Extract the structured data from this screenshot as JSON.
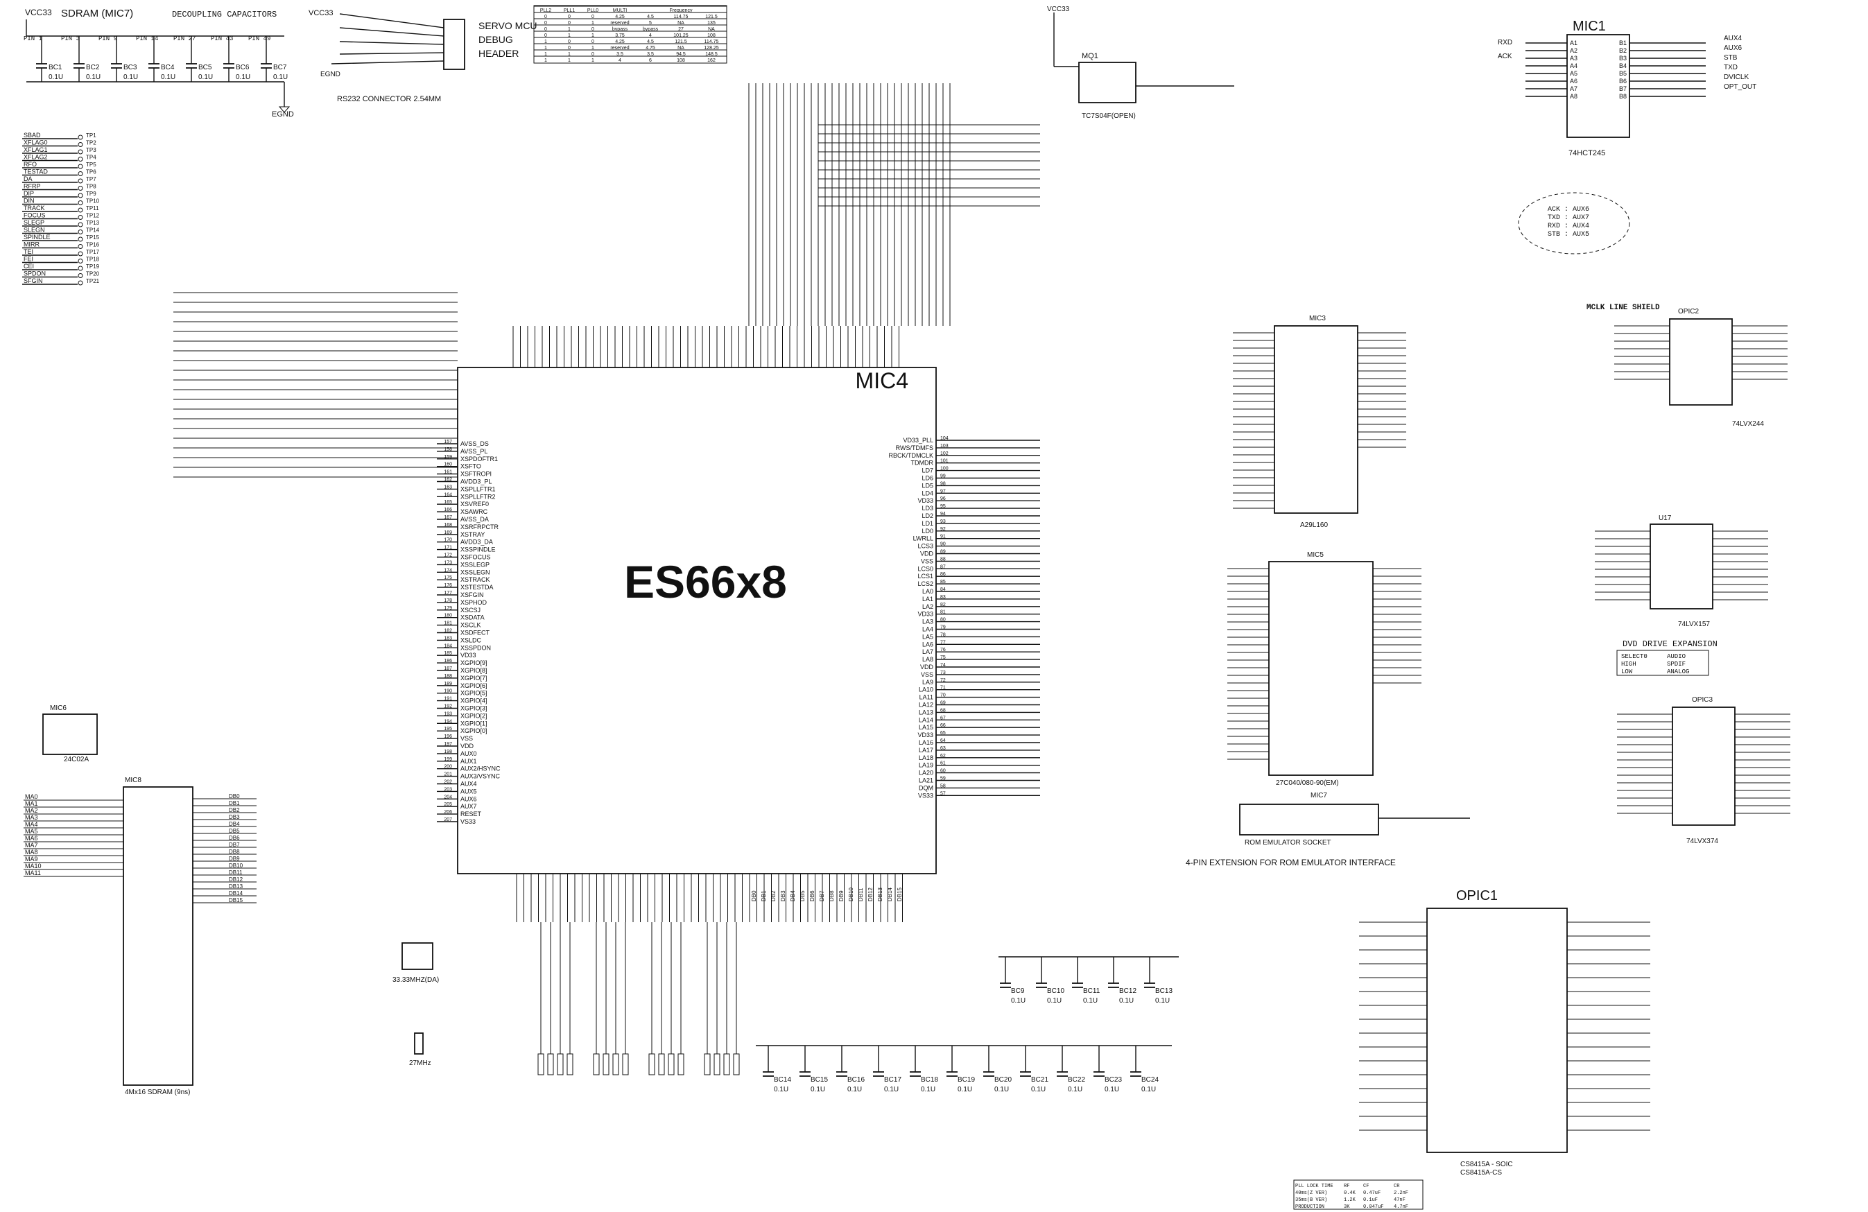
{
  "schematic": {
    "main_label": "ES66x8",
    "chip_label": "MIC4",
    "sdram_title": "SDRAM (MIC7)",
    "decoupling_title": "DECOUPLING CAPACITORS",
    "sdram_pins": [
      "PIN 1",
      "PIN 3",
      "PIN 9",
      "PIN 14",
      "PIN 27",
      "PIN 43",
      "PIN 49"
    ],
    "sdram_caps": [
      "BC1",
      "BC2",
      "BC3",
      "BC4",
      "BC5",
      "BC6",
      "BC7"
    ],
    "cap_value": "0.1U",
    "gnd_label": "EGND",
    "vcc_label": "VCC33",
    "servo_header": [
      "SERVO MCU",
      "DEBUG",
      "HEADER"
    ],
    "rs232_label": "RS232 CONNECTOR 2.54MM",
    "pll_table": {
      "headers": [
        "PLL2",
        "PLL1",
        "PLL0",
        "MULTI",
        "",
        "Frequency",
        ""
      ],
      "rows": [
        [
          "0",
          "0",
          "0",
          "4.25",
          "4.5",
          "114.75",
          "121.5"
        ],
        [
          "0",
          "0",
          "1",
          "reserved",
          "5",
          "NA",
          "135"
        ],
        [
          "0",
          "1",
          "0",
          "bypass",
          "bypass",
          "27",
          "NA"
        ],
        [
          "0",
          "1",
          "1",
          "3.75",
          "4",
          "101.25",
          "108"
        ],
        [
          "1",
          "0",
          "0",
          "4.25",
          "4.5",
          "121.5",
          "114.75"
        ],
        [
          "1",
          "0",
          "1",
          "reserved",
          "4.75",
          "NA",
          "128.25"
        ],
        [
          "1",
          "1",
          "0",
          "3.5",
          "3.5",
          "94.5",
          "148.5"
        ],
        [
          "1",
          "1",
          "1",
          "4",
          "6",
          "108",
          "162"
        ]
      ]
    },
    "mic1": {
      "name": "MIC1",
      "part": "74HCT245",
      "left_pins": [
        "A1",
        "A2",
        "A3",
        "A4",
        "A5",
        "A6",
        "A7",
        "A8"
      ],
      "right_pins": [
        "B1",
        "B2",
        "B3",
        "B4",
        "B5",
        "B6",
        "B7",
        "B8"
      ],
      "nets_in": [
        "RXD",
        "ACK"
      ],
      "nets_out": [
        "AUX4",
        "AUX6",
        "STB",
        "TXD",
        "DVICLK",
        "OPT_OUT"
      ]
    },
    "aux_legend": [
      "ACK : AUX6",
      "TXD : AUX7",
      "RXD : AUX4",
      "STB : AUX5"
    ],
    "mq1": {
      "name": "MQ1",
      "part": "TC7S04F(OPEN)"
    },
    "mic3": {
      "name": "MIC3",
      "part": "A29L160"
    },
    "mic5": {
      "name": "MIC5",
      "part": "27C040/080-90(EM)"
    },
    "mic7_socket": {
      "name": "MIC7",
      "part": "ROM EMULATOR SOCKET"
    },
    "rom_extension": "4-PIN EXTENSION FOR ROM EMULATOR INTERFACE",
    "opic2": {
      "name": "OPIC2",
      "part": "74LVX244",
      "title": "MCLK LINE SHIELD"
    },
    "u17": {
      "name": "U17",
      "part": "74LVX157"
    },
    "dvd_expansion": {
      "title": "DVD DRIVE EXPANSION",
      "rows": [
        [
          "SELECT0",
          "AUDIO"
        ],
        [
          "HIGH",
          "SPDIF"
        ],
        [
          "LOW",
          "ANALOG"
        ]
      ]
    },
    "opic3": {
      "name": "OPIC3",
      "part": "74LVX374"
    },
    "opic1": {
      "name": "OPIC1",
      "part": "CS8415A - SOIC",
      "part2": "CS8415A-CS"
    },
    "mic8": {
      "name": "MIC8",
      "part": "4Mx16 SDRAM (9ns)"
    },
    "mic6": {
      "name": "MIC6",
      "part": "24C02A"
    },
    "crystal1": "33.33MHZ(DA)",
    "crystal2": "27MHz",
    "pll_lock_table": {
      "headers": [
        "PLL LOCK TIME",
        "RF",
        "CF",
        "CR"
      ],
      "rows": [
        [
          "40ms(Z VER)",
          "0.4K",
          "0.47uF",
          "2.2nF"
        ],
        [
          "35ms(B VER)",
          "1.2K",
          "0.1uF",
          "47nF"
        ],
        [
          "PRODUCTION",
          "3K",
          "0.047uF",
          "4.7nF"
        ]
      ]
    },
    "left_nets": [
      "SBAD",
      "XFLAG0",
      "XFLAG1",
      "XFLAG2",
      "RFO",
      "TESTAD",
      "DA",
      "RFRP",
      "DIP",
      "DIN",
      "TRACK",
      "FOCUS",
      "SLEGP",
      "SLEGN",
      "SPINDLE",
      "MIRR",
      "TEI",
      "FEI",
      "CEI",
      "SPDON",
      "SFGIN"
    ],
    "chip_left_pins": [
      "AVSS_DS",
      "AVSS_PL",
      "XSPDOFTR1",
      "XSFTO",
      "XSFTROPI",
      "AVDD3_PL",
      "XSPLLFTR1",
      "XSPLLFTR2",
      "XSVREF0",
      "XSAWRC",
      "AVSS_DA",
      "XSRFRPCTR",
      "XSTRAY",
      "AVDD3_DA",
      "XSSPINDLE",
      "XSFOCUS",
      "XSSLEGP",
      "XSSLEGN",
      "XSTRACK",
      "XSTESTDA",
      "XSFGIN",
      "XSPHOD",
      "XSCSJ",
      "XSDATA",
      "XSCLK",
      "XSDFECT",
      "XSLDC",
      "XSSPDON",
      "VD33",
      "XGPIO[9]",
      "XGPIO[8]",
      "XGPIO[7]",
      "XGPIO[6]",
      "XGPIO[5]",
      "XGPIO[4]",
      "XGPIO[3]",
      "XGPIO[2]",
      "XGPIO[1]",
      "XGPIO[0]",
      "VSS",
      "VDD",
      "AUX0",
      "AUX1",
      "AUX2/HSYNC",
      "AUX3/VSYNC",
      "AUX4",
      "AUX5",
      "AUX6",
      "AUX7",
      "RESET",
      "VS33"
    ],
    "chip_right_pins": [
      "VD33_PLL",
      "RWS/TDMFS",
      "RBCK/TDMCLK",
      "TDMDR",
      "LD7",
      "LD6",
      "LD5",
      "LD4",
      "VD33",
      "LD3",
      "LD2",
      "LD1",
      "LD0",
      "LWRLL",
      "LCS3",
      "VDD",
      "VSS",
      "LCS0",
      "LCS1",
      "LCS2",
      "LA0",
      "LA1",
      "LA2",
      "VD33",
      "LA3",
      "LA4",
      "LA5",
      "LA6",
      "LA7",
      "LA8",
      "VDD",
      "VSS",
      "LA9",
      "LA10",
      "LA11",
      "LA12",
      "LA13",
      "LA14",
      "LA15",
      "VD33",
      "LA16",
      "LA17",
      "LA18",
      "LA19",
      "LA20",
      "LA21",
      "DQM",
      "VS33"
    ],
    "data_bus_labels": [
      "DB0",
      "DB1",
      "DB2",
      "DB3",
      "DB4",
      "DB5",
      "DB6",
      "DB7",
      "DB8",
      "DB9",
      "DB10",
      "DB11",
      "DB12",
      "DB13",
      "DB14",
      "DB15"
    ],
    "sdram_ma_labels": [
      "MA0",
      "MA1",
      "MA2",
      "MA3",
      "MA4",
      "MA5",
      "MA6",
      "MA7",
      "MA8",
      "MA9",
      "MA10",
      "MA11"
    ],
    "bottom_caps": [
      "BC14",
      "BC15",
      "BC16",
      "BC17",
      "BC18",
      "BC19",
      "BC20",
      "BC21",
      "BC22",
      "BC23",
      "BC24"
    ],
    "mid_caps": [
      "BC9",
      "BC10",
      "BC11",
      "BC12",
      "BC13"
    ]
  }
}
